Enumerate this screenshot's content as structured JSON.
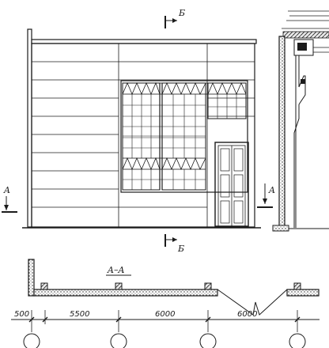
{
  "section_markers": {
    "b_top": "Б",
    "b_bottom": "Б",
    "a_left": "A",
    "a_right": "A"
  },
  "plan": {
    "section_title": "A–A",
    "dimensions": [
      "500",
      "5500",
      "6000",
      "6000"
    ]
  }
}
